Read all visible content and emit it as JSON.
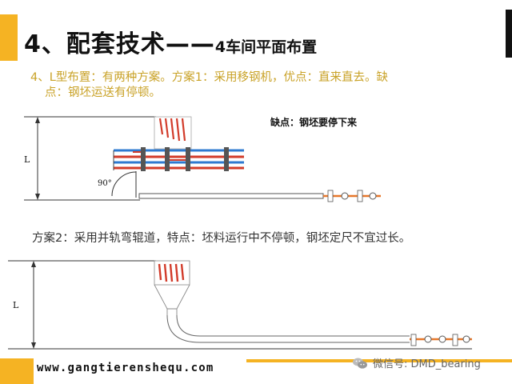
{
  "slide": {
    "title_main": "4、配套技术——",
    "title_sub": "4车间平面布置",
    "desc_line1": "4、L型布置：有两种方案。方案1：采用移钢机，优点：直来直去。缺",
    "desc_line2": "点：钢坯运送有停顿。",
    "note_plan1": "缺点：钢坯要停下来",
    "plan2_text": "方案2：采用并轨弯辊道，特点：坯料运行中不停顿，钢坯定尺不宜过长。",
    "label_L_1": "L",
    "label_L_2": "L",
    "angle_label": "90°"
  },
  "footer": {
    "url": "www.gangtierenshequ.com",
    "watermark": "微信号: DMD_bearing"
  },
  "colors": {
    "accent": "#f5b323",
    "desc_text": "#c9a227",
    "rail_blue": "#2e7ad1",
    "rail_red": "#d23b2a",
    "roller_orange": "#e7782b"
  },
  "icons": {
    "watermark": "wechat-icon"
  }
}
